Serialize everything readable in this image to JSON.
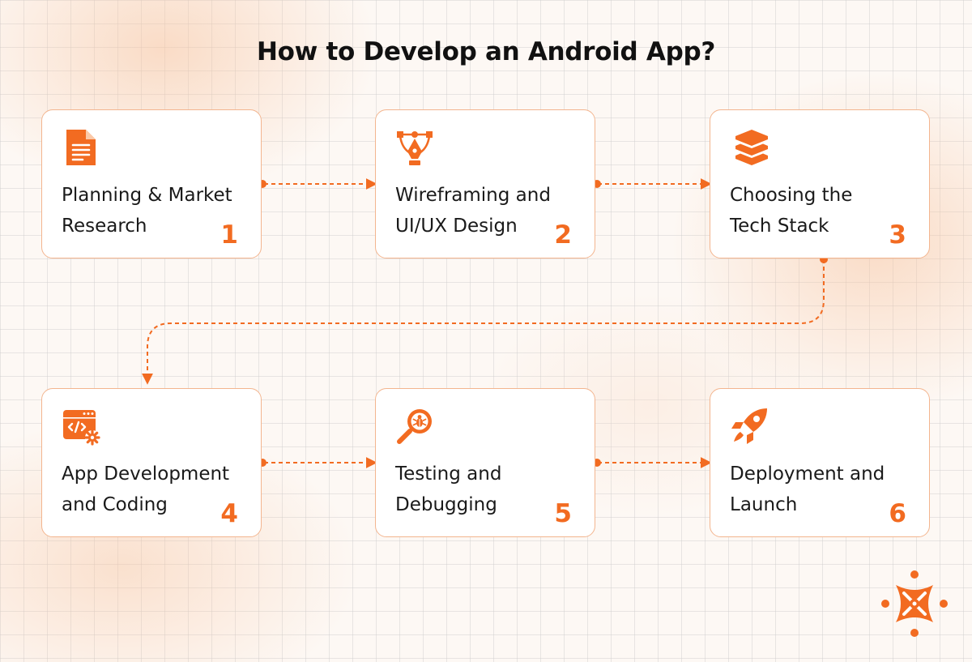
{
  "title": "How to Develop an Android App?",
  "colors": {
    "accent": "#f26b21",
    "card_border": "#f3b58f",
    "text": "#1a1a1a"
  },
  "steps": [
    {
      "number": "1",
      "line1": "Planning & Market",
      "line2": "Research",
      "icon": "document-icon"
    },
    {
      "number": "2",
      "line1": "Wireframing and",
      "line2": "UI/UX Design",
      "icon": "pen-tool-icon"
    },
    {
      "number": "3",
      "line1": "Choosing the",
      "line2": "Tech Stack",
      "icon": "layers-icon"
    },
    {
      "number": "4",
      "line1": "App Development",
      "line2": "and Coding",
      "icon": "code-window-gear-icon"
    },
    {
      "number": "5",
      "line1": "Testing and",
      "line2": "Debugging",
      "icon": "bug-search-icon"
    },
    {
      "number": "6",
      "line1": "Deployment and",
      "line2": "Launch",
      "icon": "rocket-icon"
    }
  ],
  "brand": {
    "logo_icon": "brand-logo-icon"
  }
}
